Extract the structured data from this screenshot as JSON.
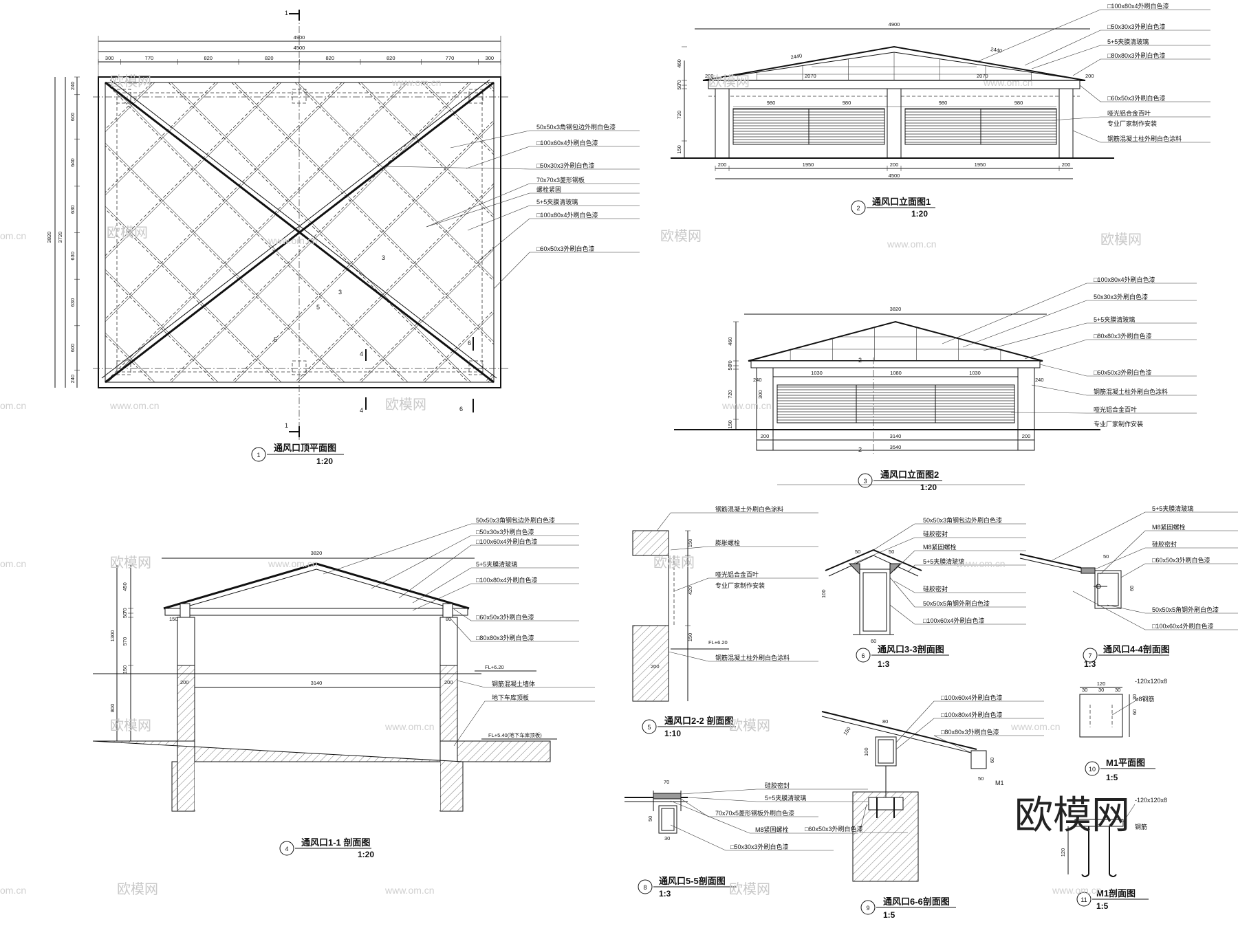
{
  "views": {
    "v1": {
      "num": "1",
      "title": "通风口顶平面图",
      "scale": "1:20"
    },
    "v2": {
      "num": "2",
      "title": "通风口立面图1",
      "scale": "1:20"
    },
    "v3": {
      "num": "3",
      "title": "通风口立面图2",
      "scale": "1:20"
    },
    "v4": {
      "num": "4",
      "title": "通风口1-1 剖面图",
      "scale": "1:20"
    },
    "v5": {
      "num": "5",
      "title": "通风口2-2 剖面图",
      "scale": "1:10"
    },
    "v6": {
      "num": "6",
      "title": "通风口3-3剖面图",
      "scale": "1:3"
    },
    "v7": {
      "num": "7",
      "title": "通风口4-4剖面图",
      "scale": "1:3"
    },
    "v8": {
      "num": "8",
      "title": "通风口5-5剖面图",
      "scale": "1:3"
    },
    "v9": {
      "num": "9",
      "title": "通风口6-6剖面图",
      "scale": "1:5"
    },
    "v10": {
      "num": "10",
      "title": "M1平面图",
      "scale": "1:5"
    },
    "v11": {
      "num": "11",
      "title": "M1剖面图",
      "scale": "1:5"
    }
  },
  "plan": {
    "overall": [
      "4900",
      "4500"
    ],
    "top_dims": [
      "300",
      "770",
      "820",
      "820",
      "820",
      "820",
      "770",
      "300"
    ],
    "side_dims": [
      "240",
      "600",
      "640",
      "630",
      "630",
      "630",
      "600",
      "240"
    ],
    "side_totals": [
      "3820",
      "3720"
    ],
    "cut_marks": [
      "1",
      "1",
      "3",
      "3",
      "4",
      "4",
      "5",
      "5",
      "6",
      "6"
    ],
    "notes": [
      "50x50x3角钢包边外刷白色漆",
      "□100x60x4外刷白色漆",
      "□50x30x3外刷白色漆",
      "70x70x3菱形钢板",
      "螺栓紧固",
      "5+5夹膜清玻璃",
      "□100x80x4外刷白色漆",
      "□60x50x3外刷白色漆"
    ]
  },
  "elev1": {
    "dims_top": [
      "4900",
      "2440",
      "2440",
      "2070",
      "2070",
      "200",
      "200"
    ],
    "panel_dims": [
      "980",
      "980",
      "980",
      "980"
    ],
    "bottom_dims": [
      "200",
      "1950",
      "200",
      "1950",
      "200"
    ],
    "bottom_total": "4500",
    "left_dims": [
      "460",
      "70",
      "50",
      "720",
      "150"
    ],
    "notes": [
      "□100x80x4外刷白色漆",
      "□50x30x3外刷白色漆",
      "5+5夹膜清玻璃",
      "□80x80x3外刷白色漆",
      "□60x50x3外刷白色漆",
      "哑光铝合金百叶",
      "专业厂家制作安装",
      "钢筋混凝土柱外刷白色涂料"
    ]
  },
  "elev2": {
    "top_dim": "3820",
    "panel_dims": [
      "1030",
      "1080",
      "1030"
    ],
    "bottom_dims": [
      "200",
      "3140",
      "200"
    ],
    "bottom_total": "3540",
    "left_dims": [
      "460",
      "70",
      "50",
      "720",
      "150"
    ],
    "small": [
      "240",
      "240",
      "300"
    ],
    "cut": [
      "2",
      "2"
    ],
    "notes": [
      "□100x80x4外刷白色漆",
      "50x30x3外刷白色漆",
      "5+5夹膜清玻璃",
      "□80x80x3外刷白色漆",
      "□60x50x3外刷白色漆",
      "钢筋混凝土柱外刷白色涂料",
      "哑光铝合金百叶",
      "专业厂家制作安装"
    ]
  },
  "sec11": {
    "top_dim": "3820",
    "span_dim": "3140",
    "left_dims": [
      "450",
      "70",
      "50",
      "1300",
      "570",
      "150",
      "800"
    ],
    "small": [
      "150",
      "80",
      "200",
      "200"
    ],
    "levels": [
      "FL+6.20",
      "FL+5.40(地下车库顶板)"
    ],
    "notes": [
      "50x50x3角钢包边外刷白色漆",
      "□50x30x3外刷白色漆",
      "□100x60x4外刷白色漆",
      "5+5夹膜清玻璃",
      "□100x80x4外刷白色漆",
      "□60x50x3外刷白色漆",
      "□80x80x3外刷白色漆",
      "钢筋混凝土墙体",
      "地下车库顶板"
    ]
  },
  "sec22": {
    "dims": [
      "150",
      "420",
      "150",
      "200"
    ],
    "level": "FL+6.20",
    "notes": [
      "钢筋混凝土外刷白色涂料",
      "膨胀螺栓",
      "哑光铝合金百叶",
      "专业厂家制作安装",
      "钢筋混凝土柱外刷白色涂料"
    ]
  },
  "sec33": {
    "dims": [
      "50",
      "50",
      "100",
      "60"
    ],
    "notes": [
      "50x50x3角钢包边外刷白色漆",
      "硅胶密封",
      "M8紧固螺栓",
      "5+5夹膜清玻璃",
      "硅胶密封",
      "50x50x5角钢外刷白色漆",
      "□100x60x4外刷白色漆"
    ]
  },
  "sec44": {
    "dims": [
      "50",
      "60"
    ],
    "notes": [
      "5+5夹膜清玻璃",
      "M8紧固螺栓",
      "硅胶密封",
      "□60x50x3外刷白色漆",
      "50x50x5角钢外刷白色漆",
      "□100x60x4外刷白色漆"
    ]
  },
  "sec55": {
    "dims": [
      "70",
      "50",
      "30"
    ],
    "notes": [
      "硅胶密封",
      "5+5夹膜清玻璃",
      "70x70x5菱形钢板外刷白色漆",
      "M8紧固螺栓",
      "□50x30x3外刷白色漆"
    ]
  },
  "sec66": {
    "dims": [
      "80",
      "150",
      "100",
      "60",
      "50"
    ],
    "tag": "M1",
    "notes": [
      "□100x60x4外刷白色漆",
      "□100x80x4外刷白色漆",
      "□80x80x3外刷白色漆",
      "□60x50x3外刷白色漆"
    ]
  },
  "m1plan": {
    "dims": [
      "120",
      "30",
      "30",
      "30",
      "60",
      "30"
    ],
    "notes": [
      "-120x120x8",
      "ø8钢筋"
    ]
  },
  "m1sec": {
    "dims": [
      "120"
    ],
    "notes": [
      "-120x120x8",
      "钢筋"
    ]
  },
  "watermark": {
    "text": "欧模网",
    "url": "www.om.cn",
    "url_short": "om.cn",
    "logo": "欧模网"
  }
}
